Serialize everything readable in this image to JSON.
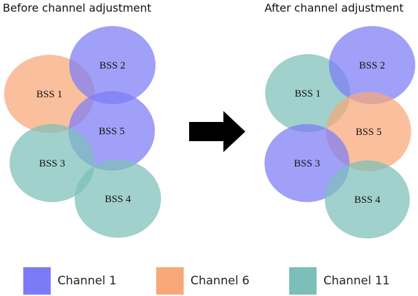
{
  "titles": {
    "before": "Before channel adjustment",
    "after": "After channel adjustment"
  },
  "colors": {
    "channel_1": "#7b7bf7",
    "channel_6": "#f8a878",
    "channel_11": "#7bbfb8",
    "arrow": "#000000"
  },
  "before": {
    "cells": [
      {
        "label": "BSS 1",
        "channel": "channel_6"
      },
      {
        "label": "BSS 2",
        "channel": "channel_1"
      },
      {
        "label": "BSS 5",
        "channel": "channel_1"
      },
      {
        "label": "BSS 3",
        "channel": "channel_11"
      },
      {
        "label": "BSS 4",
        "channel": "channel_11"
      }
    ]
  },
  "after": {
    "cells": [
      {
        "label": "BSS 1",
        "channel": "channel_11"
      },
      {
        "label": "BSS 2",
        "channel": "channel_1"
      },
      {
        "label": "BSS 5",
        "channel": "channel_6"
      },
      {
        "label": "BSS 3",
        "channel": "channel_1"
      },
      {
        "label": "BSS 4",
        "channel": "channel_11"
      }
    ]
  },
  "arrow_icon": "right-arrow-icon",
  "legend": [
    {
      "label": "Channel 1",
      "channel": "channel_1"
    },
    {
      "label": "Channel 6",
      "channel": "channel_6"
    },
    {
      "label": "Channel 11",
      "channel": "channel_11"
    }
  ]
}
